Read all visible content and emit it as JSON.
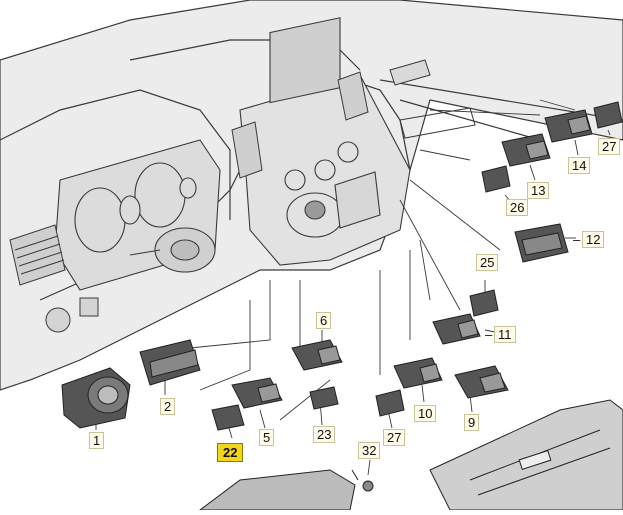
{
  "diagram": {
    "callouts": [
      {
        "id": "c1",
        "label": "1",
        "highlight": false
      },
      {
        "id": "c2",
        "label": "2",
        "highlight": false
      },
      {
        "id": "c5",
        "label": "5",
        "highlight": false
      },
      {
        "id": "c6",
        "label": "6",
        "highlight": false
      },
      {
        "id": "c9",
        "label": "9",
        "highlight": false
      },
      {
        "id": "c10",
        "label": "10",
        "highlight": false
      },
      {
        "id": "c11",
        "label": "11",
        "highlight": false
      },
      {
        "id": "c12",
        "label": "12",
        "highlight": false
      },
      {
        "id": "c13",
        "label": "13",
        "highlight": false
      },
      {
        "id": "c14",
        "label": "14",
        "highlight": false
      },
      {
        "id": "c22",
        "label": "22",
        "highlight": true
      },
      {
        "id": "c23",
        "label": "23",
        "highlight": false
      },
      {
        "id": "c25",
        "label": "25",
        "highlight": false
      },
      {
        "id": "c26",
        "label": "26",
        "highlight": false
      },
      {
        "id": "c27a",
        "label": "27",
        "highlight": false
      },
      {
        "id": "c27b",
        "label": "27",
        "highlight": false
      },
      {
        "id": "c32",
        "label": "32",
        "highlight": false
      }
    ],
    "colors": {
      "line": "#3a3a3a",
      "dash_fill": "#ececec",
      "part_dark": "#4a4a4a",
      "part_mid": "#7a7a7a",
      "part_light": "#bdbdbd",
      "callout_bg": "#fffbe8",
      "highlight": "#f2d51d"
    }
  }
}
